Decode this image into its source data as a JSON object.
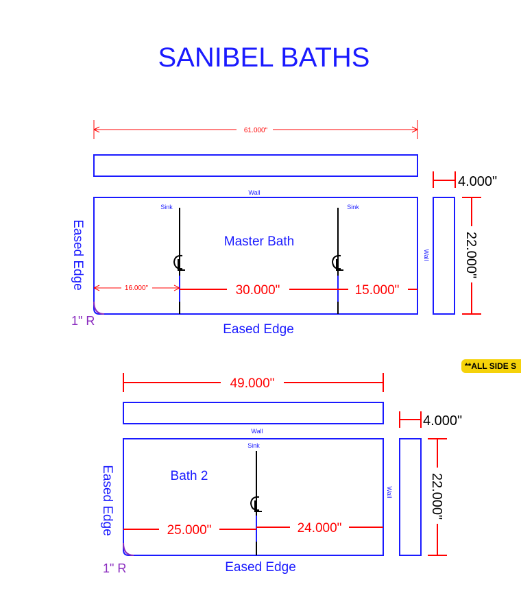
{
  "title": "SANIBEL BATHS",
  "note": "**ALL SIDE S",
  "colors": {
    "outline": "#1a1aff",
    "dimension": "#ff0000",
    "radius": "#8a2bbf",
    "centerline": "#000000"
  },
  "master_bath": {
    "name": "Master Bath",
    "top_width": "61.000\"",
    "backsplash_height": "4.000\"",
    "depth": "22.000\"",
    "left_offset": "16.000\"",
    "sink_spacing": "30.000\"",
    "right_offset": "15.000\"",
    "wall_label": "Wall",
    "side_wall_label": "Wall",
    "sink_label_1": "Sink",
    "sink_label_2": "Sink",
    "centerline_symbol": "CL",
    "left_edge": "Eased Edge",
    "front_edge": "Eased Edge",
    "corner_radius": "1\" R"
  },
  "bath_2": {
    "name": "Bath 2",
    "top_width": "49.000\"",
    "backsplash_height": "4.000\"",
    "depth": "22.000\"",
    "left_offset": "25.000\"",
    "right_offset": "24.000\"",
    "wall_label": "Wall",
    "side_wall_label": "Wall",
    "sink_label": "Sink",
    "centerline_symbol": "CL",
    "left_edge": "Eased Edge",
    "front_edge": "Eased Edge",
    "corner_radius": "1\" R"
  }
}
